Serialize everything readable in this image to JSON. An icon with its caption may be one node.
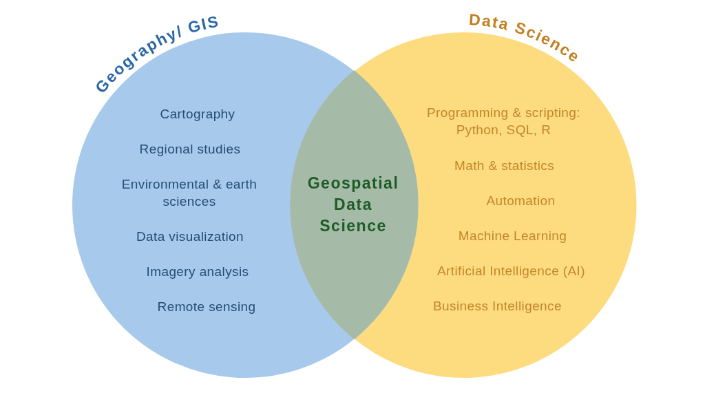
{
  "diagram": {
    "nodes": [
      {
        "text": [
          "Geography/ GIS",
          "Cartography",
          "Regional studies",
          "Environmental & earth sciences",
          "Data visualization",
          "Imagery analysis",
          "Remote sensing"
        ]
      },
      {
        "text": [
          "Data Science",
          "Programming & scripting: Python, SQL, R",
          "Math & statistics",
          "Automation",
          "Machine Learning",
          "Artificial Intelligence (AI)",
          "Business Intelligence"
        ]
      },
      {
        "text": [
          "Geospatial Data Science"
        ]
      }
    ]
  }
}
